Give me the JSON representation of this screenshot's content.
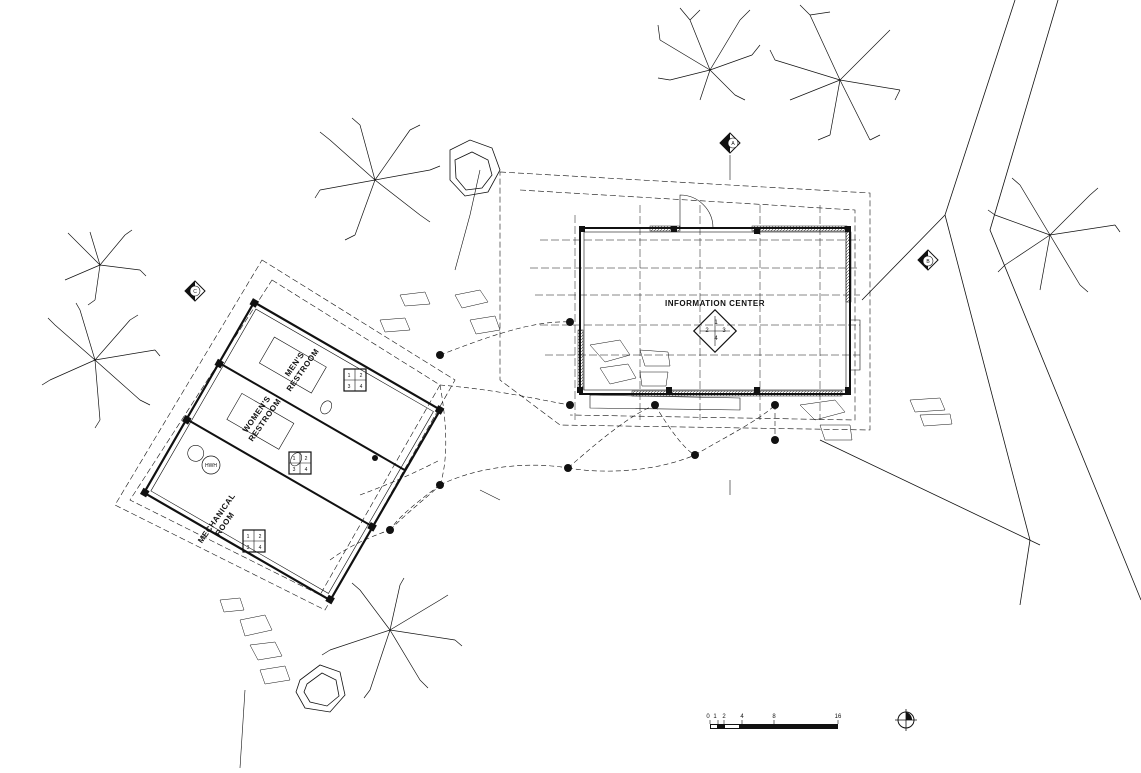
{
  "plan": {
    "rooms": {
      "information_center": "INFORMATION CENTER",
      "mens_restroom_line1": "MEN'S",
      "mens_restroom_line2": "RESTROOM",
      "womens_restroom_line1": "WOMEN'S",
      "womens_restroom_line2": "RESTROOM",
      "mechanical_line1": "MECHANICAL",
      "mechanical_line2": "ROOM",
      "hwh": "HWH"
    },
    "section_markers": {
      "a": "A",
      "b": "B",
      "c": "C"
    },
    "room_tags": {
      "info": [
        "1",
        "2",
        "3",
        "4"
      ],
      "mens": [
        "1",
        "2",
        "3",
        "4"
      ],
      "womens": [
        "1",
        "2",
        "3",
        "4"
      ],
      "mech": [
        "1",
        "2",
        "3",
        "4"
      ]
    },
    "scale_bar": {
      "ticks": [
        "0",
        "1",
        "2",
        "4",
        "8",
        "16"
      ]
    }
  },
  "colors": {
    "line": "#111111",
    "background": "#ffffff"
  }
}
